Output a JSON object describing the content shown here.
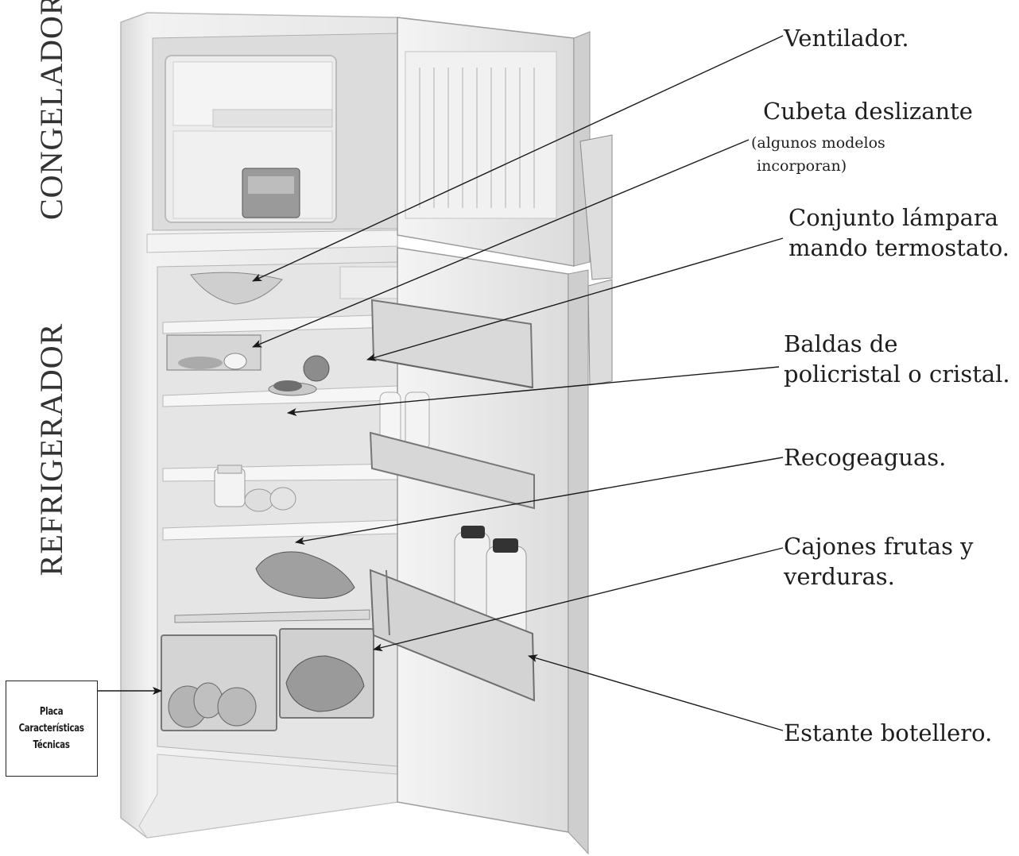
{
  "side_labels": {
    "freezer": "CONGELADOR",
    "fridge": "REFRIGERADOR"
  },
  "callouts": {
    "fan": "Ventilador.",
    "sliding_tray": "Cubeta deslizante",
    "sliding_tray_note_1": "(algunos modelos",
    "sliding_tray_note_2": "incorporan)",
    "lamp_1": "Conjunto lámpara",
    "lamp_2": "mando termostato.",
    "shelves_1": "Baldas de",
    "shelves_2": "policristal o cristal.",
    "drip_tray": "Recogeaguas.",
    "crisper_1": "Cajones frutas y",
    "crisper_2": "verduras.",
    "bottle_rack": "Estante botellero."
  },
  "plate": {
    "line1": "Placa",
    "line2": "Características",
    "line3": "Técnicas"
  },
  "colors": {
    "ink": "#1e1e1e",
    "fridge_body": "#eeeeee",
    "fridge_inner": "#e3e3e3"
  }
}
